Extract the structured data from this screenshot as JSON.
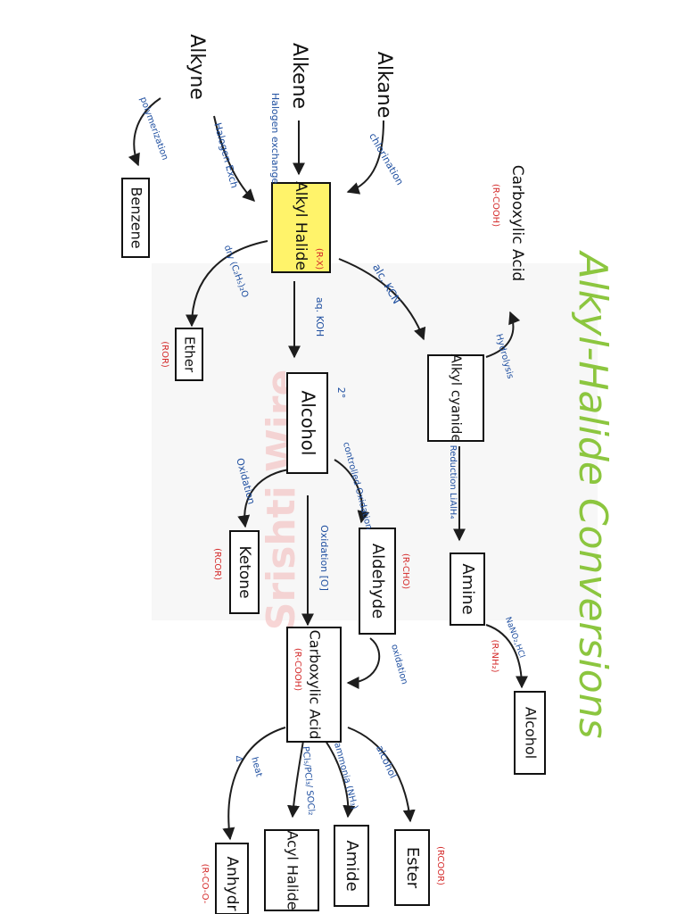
{
  "colors": {
    "ink": "#111111",
    "arrow": "#1d1d1d",
    "reagent": "#1f4fa0",
    "formula": "#d42a2a",
    "title": "#8cc63f",
    "highlight": "#fff36a",
    "watermark": "#f3b6b6"
  },
  "title": "Alkyl-Halide Conversions",
  "watermark": "Srishti Wire",
  "nodes": {
    "alkane": "Alkane",
    "alkene": "Alkene",
    "alkyne": "Alkyne",
    "benzene": "Benzene",
    "alkyl_halide": "Alkyl Halide",
    "alkyl_halide_formula": "(R-X)",
    "ether": "Ether",
    "ether_formula": "(ROR)",
    "alkyl_cyanide": "Alkyl cyanide",
    "carboxylic_acid_top": "Carboxylic Acid",
    "carboxylic_acid_top_formula": "(R-COOH)",
    "alcohol": "Alcohol",
    "alcohol_label_2": "2°",
    "ketone": "Ketone",
    "ketone_formula": "(RCOR)",
    "aldehyde": "Aldehyde",
    "aldehyde_formula": "(R-CHO)",
    "amine": "Amine",
    "amine_formula": "(R-NH₂)",
    "alcohol_right": "Alcohol",
    "carboxylic_acid": "Carboxylic Acid",
    "carboxylic_acid_formula": "(R-COOH)",
    "ester": "Ester",
    "ester_formula": "(RCOOR)",
    "amide": "Amide",
    "acyl_halide": "Acyl Halide",
    "anhydride": "Anhydr",
    "anhydride_formula": "(R-CO-O-"
  },
  "reagents": {
    "chlorination": "chlorination",
    "halogen_exchange": "Halogen exchange",
    "halogen_exch": "Halogen Exch",
    "polymerization": "polymerization",
    "ether_reagent": "dry (C₂H₅)₂O",
    "alc_kcn": "alc. KCN",
    "aq_koh": "aq. KOH",
    "hydrolysis": "Hydrolysis",
    "reduction": "Reduction LiAlH₄",
    "nano2": "NaNO₂,HCl",
    "oxidation": "Oxidation",
    "controlled_oxidation": "controlled Oxidation",
    "oxidation_0": "Oxidation [O]",
    "oxidation_right": "oxidation",
    "alcohol_reagent": "alcohol",
    "ammonia": "ammonia (NH₃)",
    "pcl5": "PCl₅/PCl₃/ SOCl₂",
    "heat": "heat",
    "delta": "Δ"
  }
}
